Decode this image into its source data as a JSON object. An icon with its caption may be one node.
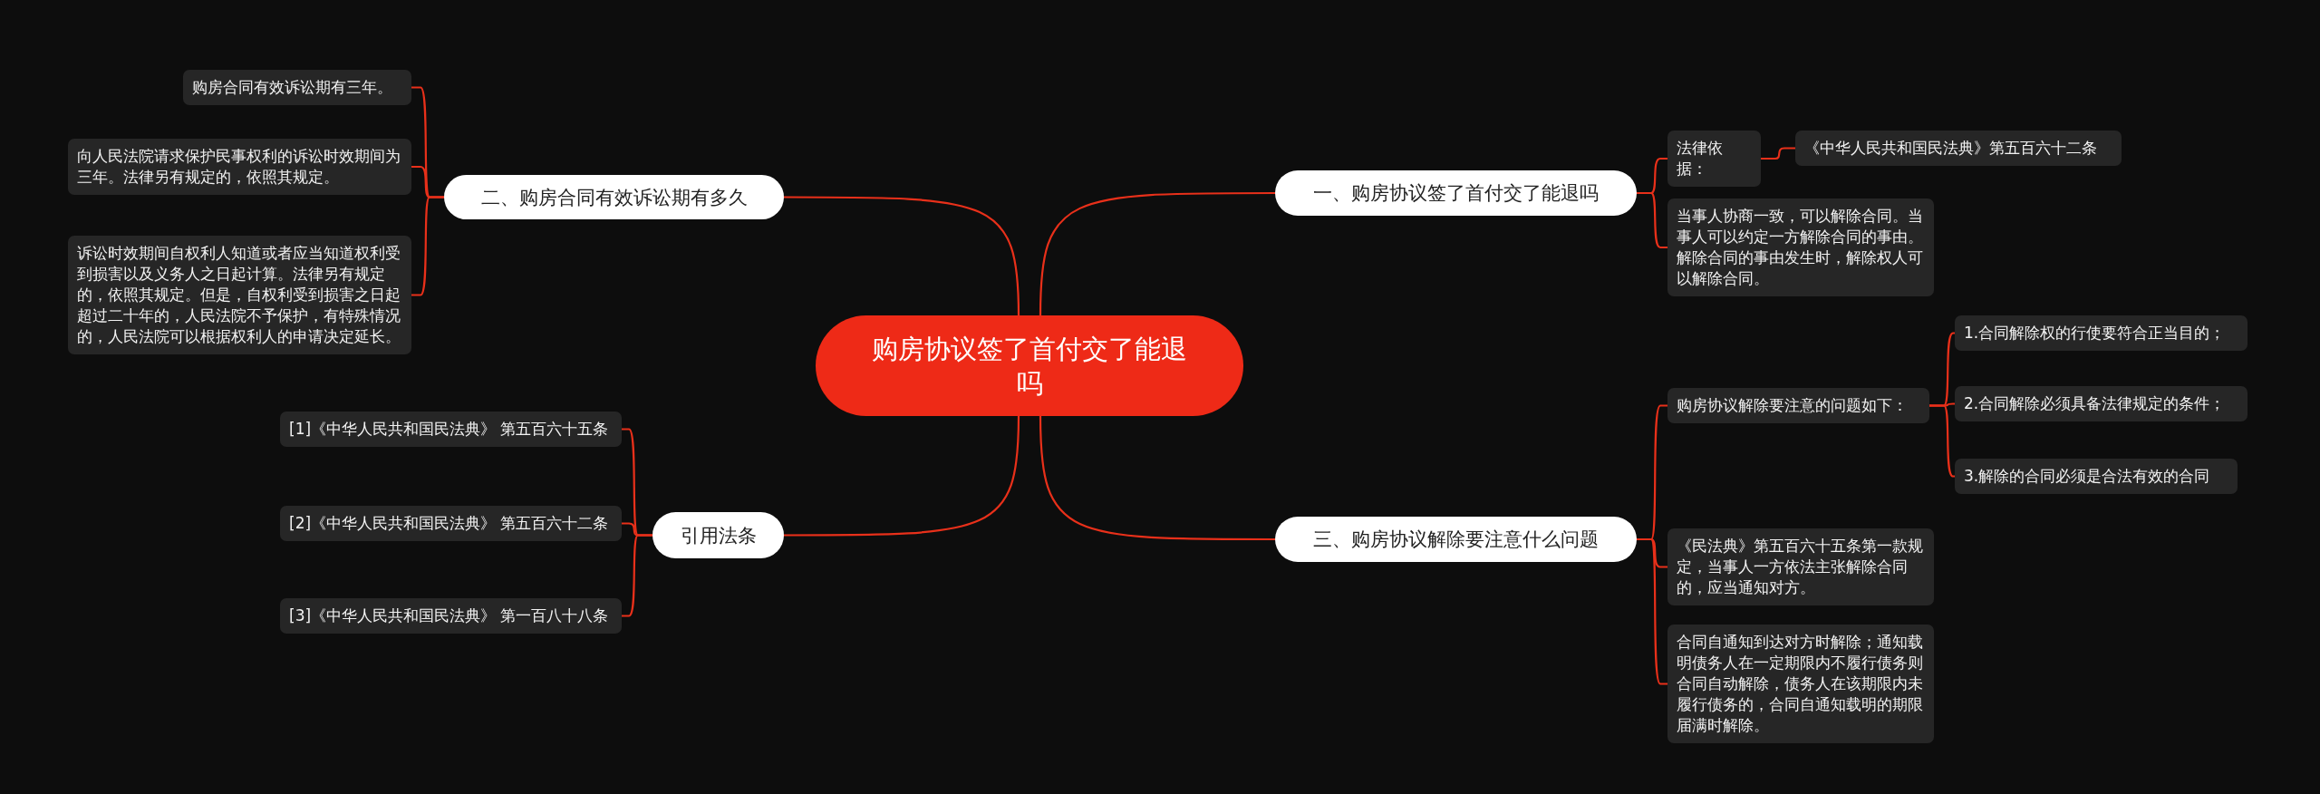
{
  "diagram": {
    "nodes": [
      {
        "text": [
          "购房协议签了首付交了能退吗"
        ]
      },
      {
        "text": [
          "二、购房合同有效诉讼期有多久"
        ]
      },
      {
        "text": [
          "购房合同有效诉讼期有三年。"
        ]
      },
      {
        "text": [
          "向人民法院请求保护民事权利的诉讼时效期间为三年。法律另有规定的，依照其规定。"
        ]
      },
      {
        "text": [
          "诉讼时效期间自权利人知道或者应当知道权利受到损害以及义务人之日起计算。法律另有规定的，依照其规定。但是，自权利受到损害之日起超过二十年的，人民法院不予保护，有特殊情况的，人民法院可以根据权利人的申请决定延长。"
        ]
      },
      {
        "text": [
          "一、购房协议签了首付交了能退吗"
        ]
      },
      {
        "text": [
          "法律依据："
        ]
      },
      {
        "text": [
          "《中华人民共和国民法典》第五百六十二条"
        ]
      },
      {
        "text": [
          "当事人协商一致，可以解除合同。当事人可以约定一方解除合同的事由。解除合同的事由发生时，解除权人可以解除合同。"
        ]
      },
      {
        "text": [
          "引用法条"
        ]
      },
      {
        "text": [
          "[1]《中华人民共和国民法典》 第五百六十五条"
        ]
      },
      {
        "text": [
          "[2]《中华人民共和国民法典》 第五百六十二条"
        ]
      },
      {
        "text": [
          "[3]《中华人民共和国民法典》 第一百八十八条"
        ]
      },
      {
        "text": [
          "三、购房协议解除要注意什么问题"
        ]
      },
      {
        "text": [
          "购房协议解除要注意的问题如下："
        ]
      },
      {
        "text": [
          "1.合同解除权的行使要符合正当目的；"
        ]
      },
      {
        "text": [
          "2.合同解除必须具备法律规定的条件；"
        ]
      },
      {
        "text": [
          "3.解除的合同必须是合法有效的合同"
        ]
      },
      {
        "text": [
          "《民法典》第五百六十五条第一款规定，当事人一方依法主张解除合同的，应当通知对方。"
        ]
      },
      {
        "text": [
          "合同自通知到达对方时解除；通知载明债务人在一定期限内不履行债务则合同自动解除，债务人在该期限内未履行债务的，合同自通知载明的期限届满时解除。"
        ]
      }
    ],
    "edges": [
      {
        "from": 0,
        "to": 1,
        "arrow": "none"
      },
      {
        "from": 1,
        "to": 2,
        "arrow": "none"
      },
      {
        "from": 1,
        "to": 3,
        "arrow": "none"
      },
      {
        "from": 1,
        "to": 4,
        "arrow": "none"
      },
      {
        "from": 0,
        "to": 5,
        "arrow": "none"
      },
      {
        "from": 5,
        "to": 6,
        "arrow": "none"
      },
      {
        "from": 6,
        "to": 7,
        "arrow": "none"
      },
      {
        "from": 5,
        "to": 8,
        "arrow": "none"
      },
      {
        "from": 0,
        "to": 9,
        "arrow": "none"
      },
      {
        "from": 9,
        "to": 10,
        "arrow": "none"
      },
      {
        "from": 9,
        "to": 11,
        "arrow": "none"
      },
      {
        "from": 9,
        "to": 12,
        "arrow": "none"
      },
      {
        "from": 0,
        "to": 13,
        "arrow": "none"
      },
      {
        "from": 13,
        "to": 14,
        "arrow": "none"
      },
      {
        "from": 14,
        "to": 15,
        "arrow": "none"
      },
      {
        "from": 14,
        "to": 16,
        "arrow": "none"
      },
      {
        "from": 14,
        "to": 17,
        "arrow": "none"
      },
      {
        "from": 13,
        "to": 18,
        "arrow": "none"
      },
      {
        "from": 13,
        "to": 19,
        "arrow": "none"
      }
    ]
  }
}
